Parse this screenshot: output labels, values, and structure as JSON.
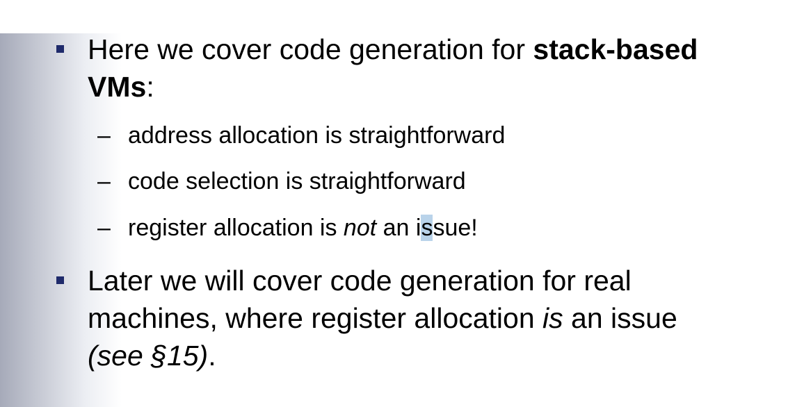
{
  "bullets": [
    {
      "line1_plain": "Here we cover code generation for ",
      "line1_bold": "stack-based",
      "line2_bold": "VMs",
      "line2_plain": ":"
    },
    {
      "line1": "Later we will cover code generation for real",
      "line2_a": "machines, where register allocation ",
      "line2_italic": "is",
      "line2_b": " an issue",
      "line3_italic": "(see §15)",
      "line3_plain": "."
    }
  ],
  "sub_bullets": {
    "dash": "–",
    "item1": "address allocation is straightforward",
    "item2": "code selection is straightforward",
    "item3_a": "register allocation is ",
    "item3_italic": "not",
    "item3_b": " an i",
    "item3_highlight": "s",
    "item3_c": "sue!"
  },
  "colors": {
    "bullet": "#1f2a6b",
    "gradient_dark": "#a6aab9",
    "selection_highlight": "#b9d3ea"
  }
}
